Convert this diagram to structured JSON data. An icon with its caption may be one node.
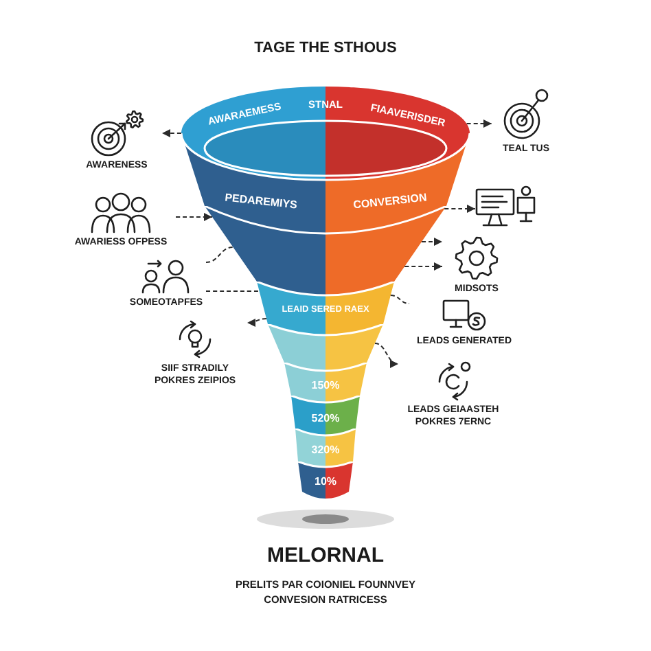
{
  "diagram": {
    "title": "TAGE THE STHOUS",
    "nodes": [
      {
        "text": [
          "AWARAEMESS",
          "STNAL",
          "FIAAVERISDER"
        ]
      },
      {
        "text": [
          "PEDAREMIYS",
          "CONVERSION"
        ]
      },
      {
        "text": [],
        "shape": "bar"
      },
      {
        "text": [
          "LEAID SERED RAEX"
        ]
      },
      {
        "text": [],
        "shape": "bar"
      },
      {
        "text": [
          "150%"
        ]
      },
      {
        "text": [
          "520%"
        ]
      },
      {
        "text": [
          "320%"
        ]
      },
      {
        "text": [
          "10%"
        ]
      },
      {
        "text": [
          "AWARENESS"
        ]
      },
      {
        "text": [
          "AWARIESS OFPESS"
        ]
      },
      {
        "text": [
          "SOMEOTAPFES"
        ]
      },
      {
        "text": [
          "SIIF STRADILY POKRES ZEIPIOS"
        ]
      },
      {
        "text": [
          "TEAL TUS"
        ]
      },
      {
        "text": [],
        "shape": "picture"
      },
      {
        "text": [
          "MIDSOTS"
        ]
      },
      {
        "text": [
          "LEADS GENERATED"
        ]
      },
      {
        "text": [
          "LEADS GEIAASTEH POKRES 7ERNC"
        ]
      }
    ],
    "edges": [
      {
        "from": 0,
        "to": 9,
        "arrow": "to",
        "style": "dashed"
      },
      {
        "from": 10,
        "to": 2,
        "arrow": "to",
        "style": "dashed"
      },
      {
        "from": 11,
        "to": 2,
        "arrow": "none",
        "style": "dashed"
      },
      {
        "from": 11,
        "to": 3,
        "arrow": "none",
        "style": "dashed"
      },
      {
        "from": 3,
        "to": 12,
        "arrow": "to",
        "style": "dashed"
      },
      {
        "from": 0,
        "to": 13,
        "arrow": "to",
        "style": "dashed"
      },
      {
        "from": 2,
        "to": 14,
        "arrow": "to",
        "style": "dashed"
      },
      {
        "from": 2,
        "to": 15,
        "arrow": "to",
        "style": "dashed"
      },
      {
        "from": 2,
        "to": 15,
        "arrow": "to",
        "style": "dashed"
      },
      {
        "from": 3,
        "to": 16,
        "arrow": "none",
        "style": "dashed"
      },
      {
        "from": 4,
        "to": 17,
        "arrow": "to",
        "style": "dashed"
      }
    ],
    "labels": [
      "MELORNAL",
      "PRELITS PAR COIONIEL FOUNNVEY CONVESION RATRICESS"
    ]
  }
}
